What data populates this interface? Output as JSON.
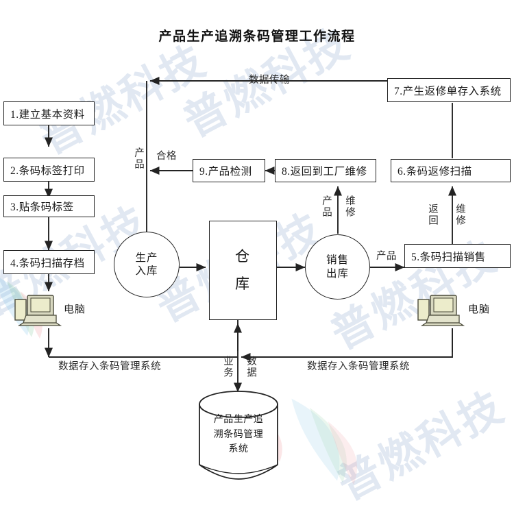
{
  "title": "产品生产追溯条码管理工作流程",
  "watermark": {
    "text": "普燃科技",
    "color": "#c9d6e8"
  },
  "nodes": {
    "step1": "1.建立基本资料",
    "step2": "2.条码标签打印",
    "step3": "3.贴条码标签",
    "step4": "4.条码扫描存档",
    "step5": "5.条码扫描销售",
    "step6": "6.条码返修扫描",
    "step7": "7.产生返修单存入系统",
    "step8": "8.返回到工厂维修",
    "step9": "9.产品检测",
    "production_in": [
      "生产",
      "入库"
    ],
    "sales_out": [
      "销售",
      "出库"
    ],
    "warehouse": [
      "仓",
      "库"
    ],
    "database": [
      "产品生产追",
      "溯条码管理",
      "系统"
    ],
    "pc_left": "电脑",
    "pc_right": "电脑"
  },
  "edge_labels": {
    "data_transfer": "数据传输",
    "qualified": "合格",
    "product_left": "产品",
    "product_repair_a": "产品",
    "product_repair_b": "维修",
    "product_sale": "产品",
    "return": "返回",
    "repair": "维修",
    "store_left": "数据存入条码管理系统",
    "store_right": "数据存入条码管理系统",
    "business": "业务",
    "data": "数据"
  },
  "icons": {
    "computer": "computer-icon",
    "database": "database-cylinder-icon"
  },
  "colors": {
    "line": "#232323",
    "monitor_screen": "#ececcb",
    "monitor_body": "#d8d8c0"
  }
}
